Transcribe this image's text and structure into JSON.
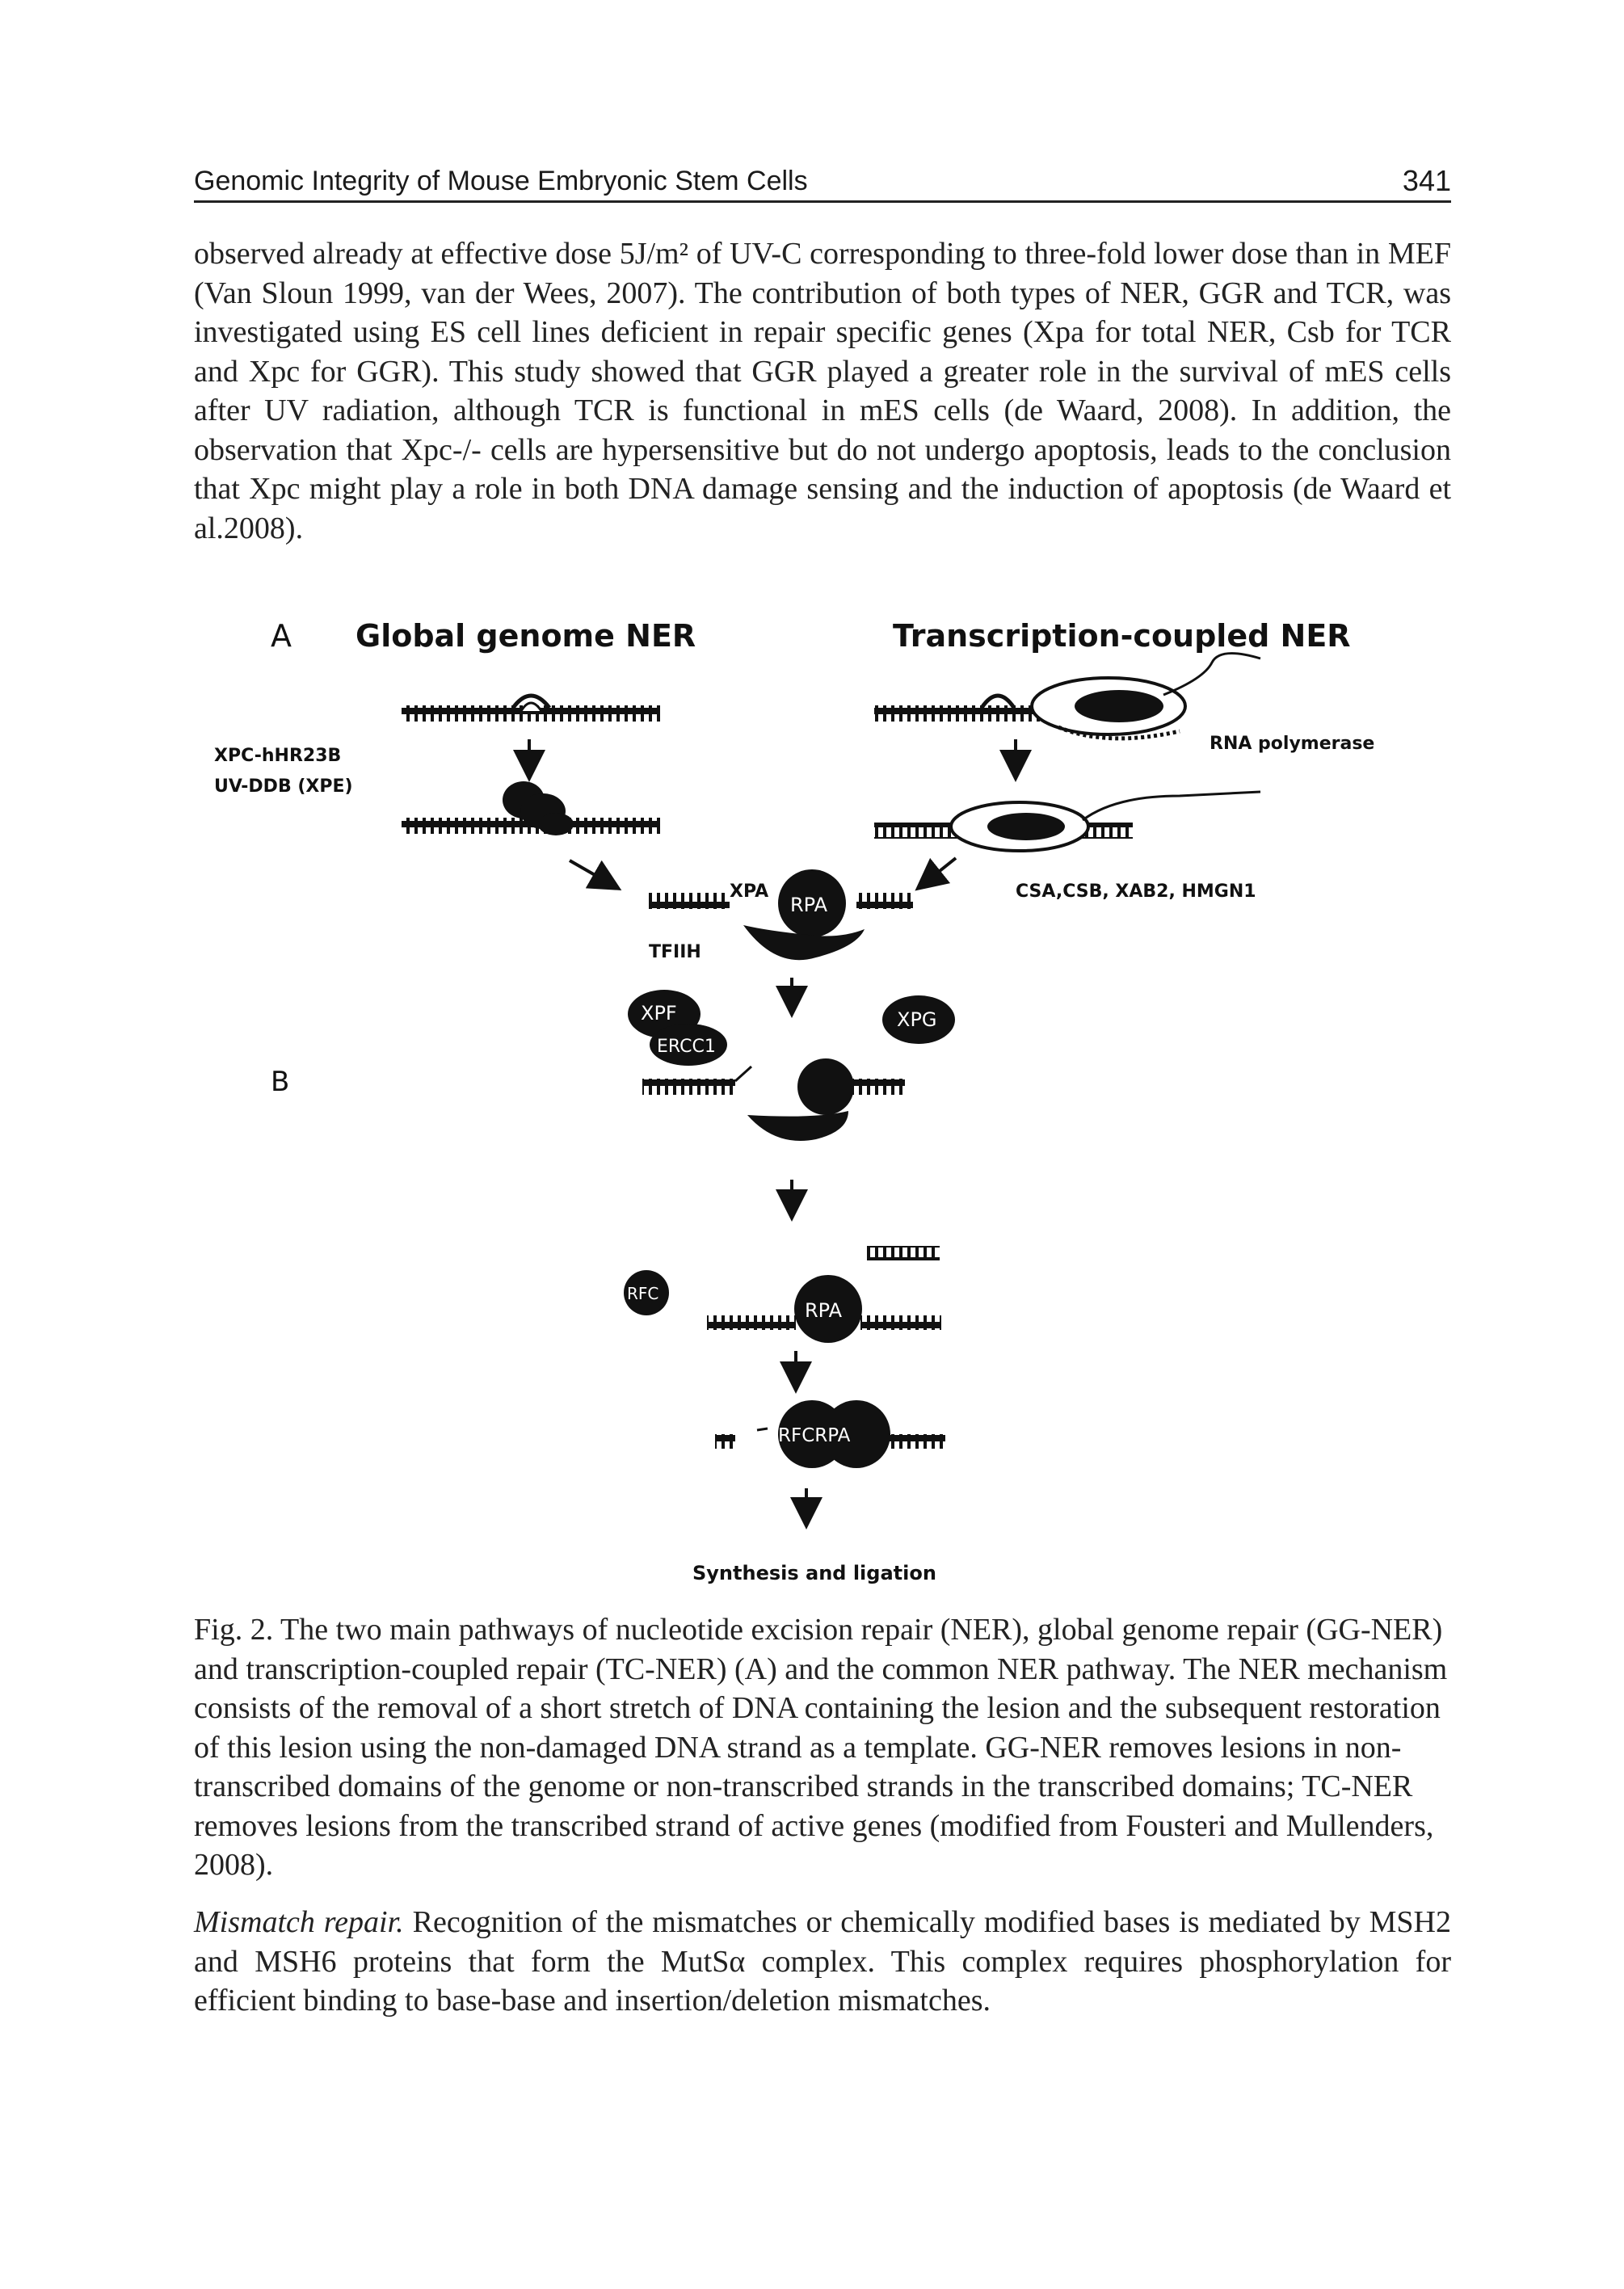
{
  "header": {
    "title": "Genomic Integrity of Mouse Embryonic Stem Cells",
    "page_number": "341"
  },
  "paragraph1": "observed already at effective dose 5J/m² of UV-C corresponding to three-fold lower dose than in MEF (Van Sloun 1999, van der Wees, 2007). The contribution of both types of NER, GGR and TCR, was investigated using ES cell lines deficient in repair specific genes (Xpa for total NER, Csb for TCR and Xpc for GGR). This study showed that GGR played a greater role in the survival of mES cells after UV radiation, although TCR is functional in mES cells (de Waard, 2008). In addition, the observation that Xpc-/- cells are hypersensitive but do not undergo apoptosis, leads to the conclusion that Xpc might play a role in both DNA damage sensing and the induction of apoptosis (de Waard et al.2008).",
  "figure": {
    "panel_a": "A",
    "panel_b": "B",
    "title_ggr": "Global genome NER",
    "title_tcr": "Transcription-coupled NER",
    "xpc_label": "XPC-hHR23B",
    "uvddb_label": "UV-DDB (XPE)",
    "rnapol_label": "RNA polymerase",
    "csa_label": "CSA,CSB, XAB2, HMGN1",
    "xpa": "XPA",
    "rpa": "RPA",
    "tfiih": "TFIIH",
    "xpf": "XPF",
    "ercc1": "ERCC1",
    "xpg": "XPG",
    "rfc": "RFC",
    "rfcrpa": "RFCRPA",
    "synthesis": "Synthesis and ligation"
  },
  "caption": "Fig. 2. The two main pathways of nucleotide excision repair (NER), global genome repair (GG-NER) and transcription-coupled repair (TC-NER) (A) and the common NER pathway. The NER mechanism consists of the removal of a short stretch of DNA containing the lesion and the subsequent restoration of this lesion using the non-damaged DNA strand as a template. GG-NER removes lesions in non-transcribed domains of the genome or non-transcribed strands in the transcribed domains; TC-NER removes lesions from the transcribed strand of active genes (modified from Fousteri and Mullenders, 2008).",
  "paragraph2": {
    "run_in": "Mismatch repair.",
    "text": "Recognition of the mismatches or chemically modified bases is mediated by MSH2 and MSH6 proteins that form the MutSα complex. This complex requires phosphorylation for efficient binding to base-base and insertion/deletion mismatches."
  }
}
